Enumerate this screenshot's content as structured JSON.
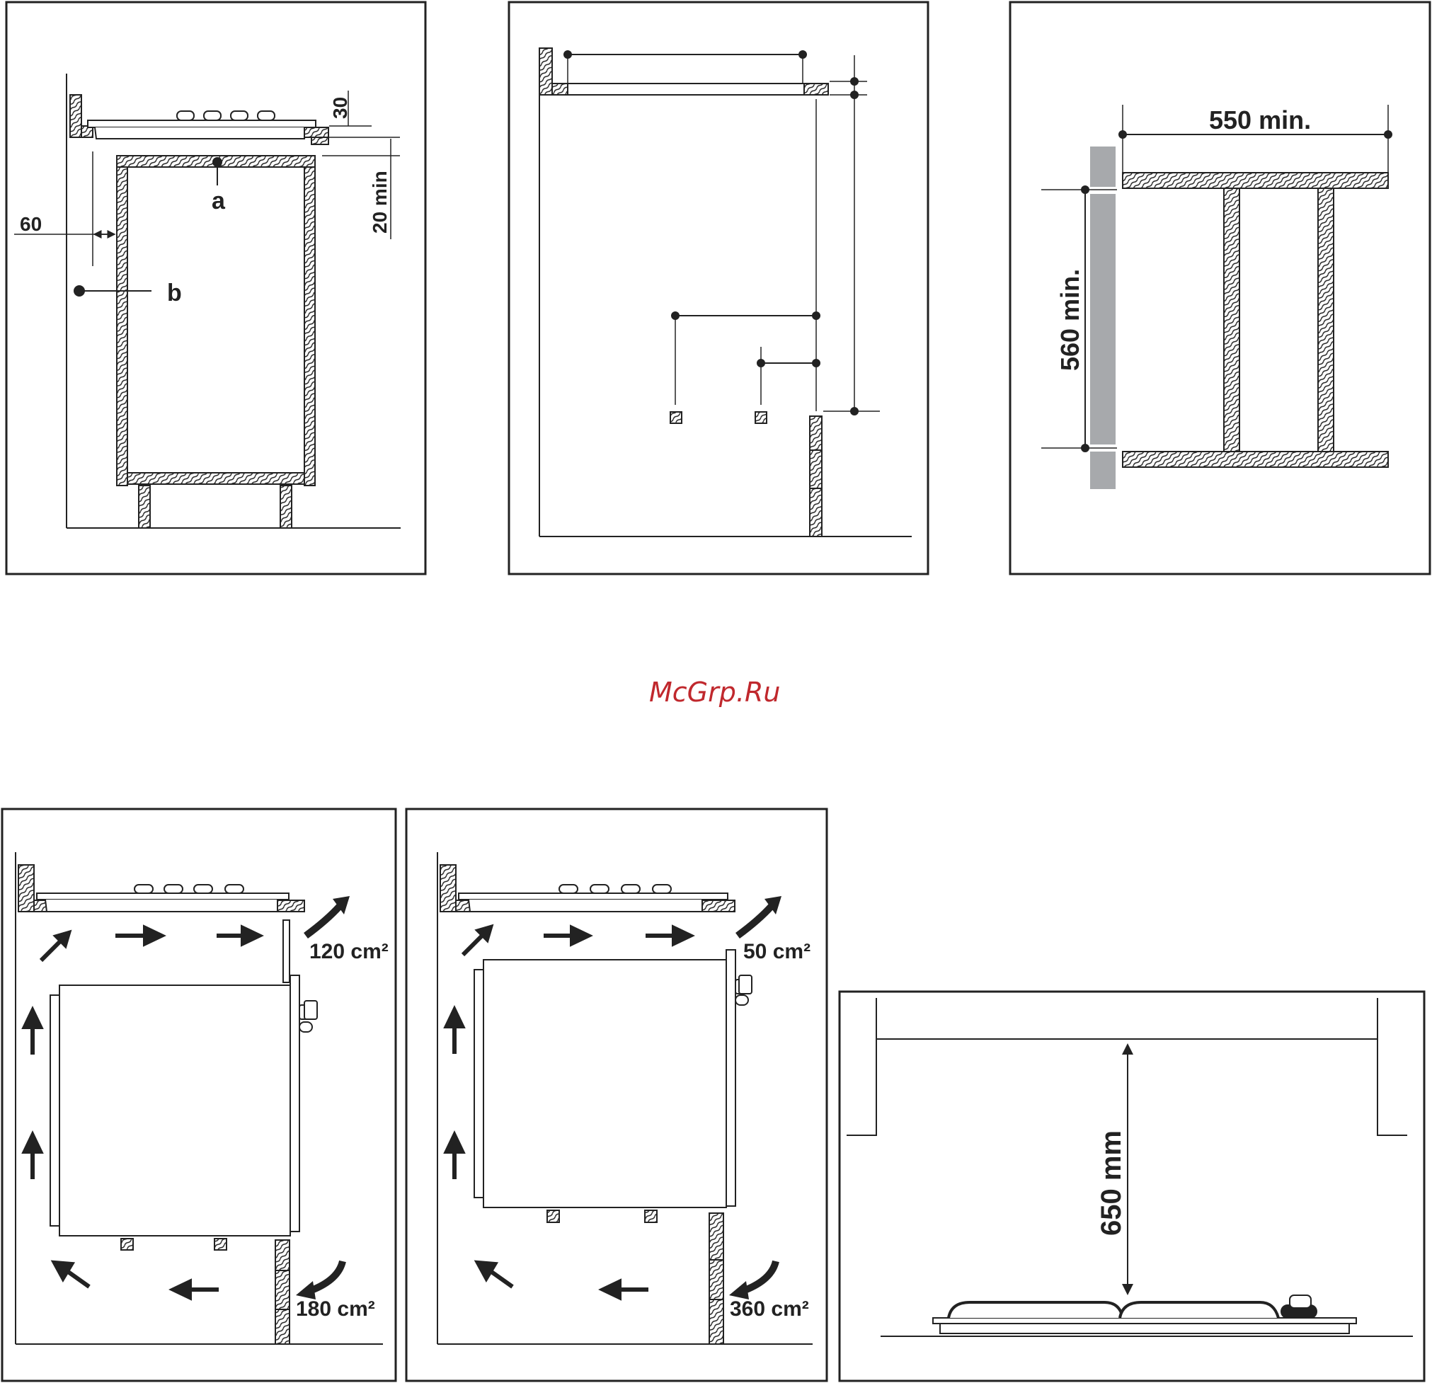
{
  "watermark": "McGrp.Ru",
  "panel1": {
    "dim_top": "30",
    "dim_gap": "20 min",
    "dim_side": "60",
    "label_a": "a",
    "label_b": "b"
  },
  "panel3": {
    "dim_width": "550 min.",
    "dim_height": "560 min."
  },
  "panel4": {
    "vent_top": "120 cm²",
    "vent_bottom": "180 cm²"
  },
  "panel5": {
    "vent_top": "50 cm²",
    "vent_bottom": "360 cm²"
  },
  "panel6": {
    "dim_height": "650 mm"
  },
  "colors": {
    "line": "#222222",
    "grey_strip": "#a7a9ac",
    "watermark": "#c0282d"
  }
}
